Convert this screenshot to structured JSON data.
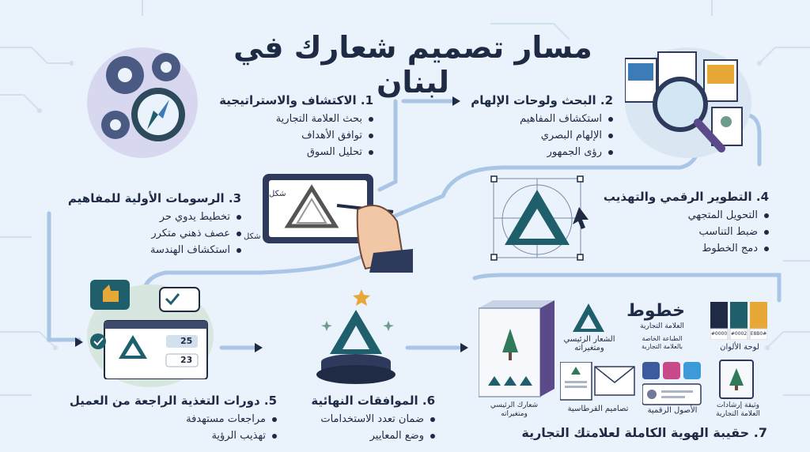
{
  "title": "مسار تصميم شعارك في لبنان",
  "steps": [
    {
      "title": "1. الاكتشاف والاستراتيجية",
      "items": [
        "بحث العلامة التجارية",
        "توافق الأهداف",
        "تحليل السوق"
      ]
    },
    {
      "title": "2. البحث ولوحات الإلهام",
      "items": [
        "استكشاف المفاهيم",
        "الإلهام البصري",
        "رؤى الجمهور"
      ]
    },
    {
      "title": "3. الرسومات الأولية للمفاهيم",
      "items": [
        "تخطيط يدوي حر",
        "عصف ذهني متكرر",
        "استكشاف الهندسة"
      ]
    },
    {
      "title": "4. التطوير الرقمي والتهذيب",
      "items": [
        "التحويل المتجهي",
        "ضبط التناسب",
        "دمج الخطوط"
      ]
    },
    {
      "title": "5. دورات التغذية الراجعة من العميل",
      "items": [
        "مراجعات مستهدفة",
        "تهذيب الرؤية"
      ]
    },
    {
      "title": "6. الموافقات النهائية",
      "items": [
        "ضمان تعدد الاستخدامات",
        "وضع المعايير"
      ]
    },
    {
      "title": "7. حقيبة الهوية الكاملة لعلامتك التجارية",
      "items": []
    }
  ],
  "sketch_labels": {
    "a": "شكل",
    "b": "شكل"
  },
  "feedback_badges": {
    "top": "25",
    "bottom": "23"
  },
  "kit": {
    "main_logo_box": "شعارك الرئيسي ومتغيراته",
    "main_logo": "الشعار الرئيسي ومتغيراته",
    "fonts_title": "خطوط",
    "fonts_sub": "العلامة التجارية",
    "fonts_desc": "الطباعة الخاصة بالعلامة التجارية",
    "palette": "لوحة الألوان",
    "palette_codes": [
      "#0000",
      "#0002",
      "#E8B0"
    ],
    "stationery": "تصاميم القرطاسية",
    "digital": "الأصول الرقمية",
    "guidelines": "وثيقة إرشادات العلامة التجارية"
  },
  "colors": {
    "primary": "#1f5f6b",
    "navy": "#1f2a44",
    "accent": "#e8a838",
    "blue": "#3d7ab8"
  }
}
